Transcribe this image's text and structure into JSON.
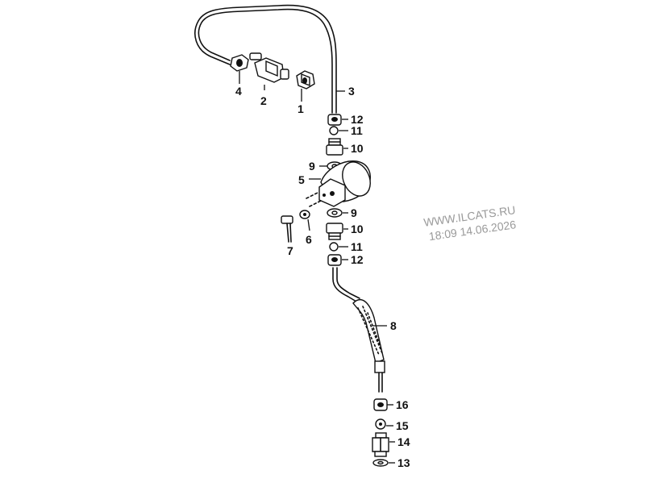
{
  "labels": {
    "p1": "1",
    "p2": "2",
    "p3": "3",
    "p4": "4",
    "p5": "5",
    "p6": "6",
    "p7": "7",
    "p8": "8",
    "p9a": "9",
    "p9b": "9",
    "p10a": "10",
    "p10b": "10",
    "p11a": "11",
    "p11b": "11",
    "p12a": "12",
    "p12b": "12",
    "p13": "13",
    "p14": "14",
    "p15": "15",
    "p16": "16"
  },
  "watermark": {
    "line1": "WWW.ILCATS.RU",
    "line2": "18:09 14.06.2026"
  }
}
